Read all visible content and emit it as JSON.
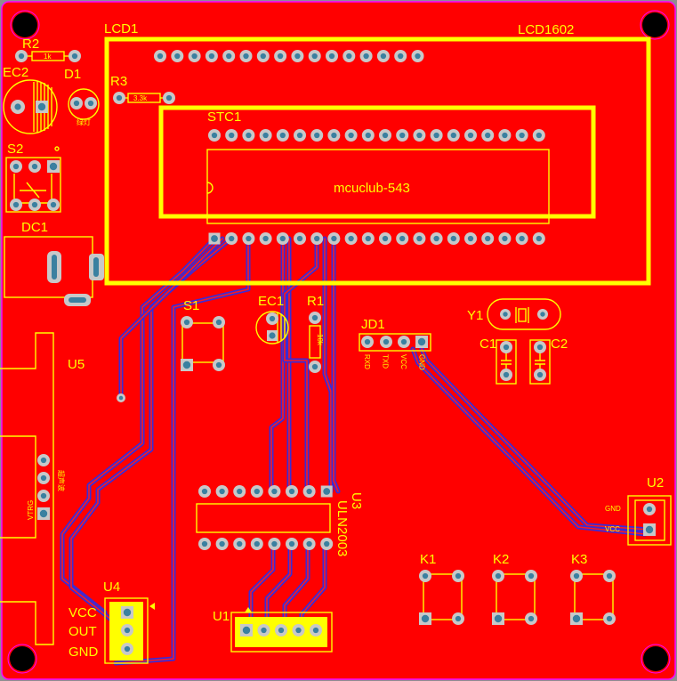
{
  "board": {
    "copper_color": "#ff0000",
    "silk_color": "#ffff00",
    "trace_color": "#3a2bd6",
    "pad_ring_color": "#c8c8c8",
    "pad_hole_color": "#3a80a0"
  },
  "labels": {
    "lcd": "LCD1",
    "lcd_part": "LCD1602",
    "r2": "R2",
    "r2_value": "1k",
    "ec2": "EC2",
    "d1": "D1",
    "d1_note": "绿灯",
    "r3": "R3",
    "r3_value": "3.3k",
    "stc": "STC1",
    "mcu": "mcuclub-543",
    "s2": "S2",
    "dc": "DC1",
    "s1": "S1",
    "ec1": "EC1",
    "r1": "R1",
    "r1_value": "10k",
    "jd": "JD1",
    "jd_pins": [
      "RXD",
      "TXD",
      "VCC",
      "GND"
    ],
    "y": "Y1",
    "c1": "C1",
    "c2": "C2",
    "u5": "U5",
    "u5_pins": "VTRG",
    "u5_note": "超声波",
    "u3": "U3",
    "u3_part": "ULN2003",
    "u2": "U2",
    "u2_pins": [
      "GND",
      "VCC"
    ],
    "u4": "U4",
    "u4_pins": [
      "VCC",
      "OUT",
      "GND"
    ],
    "u1": "U1",
    "k1": "K1",
    "k2": "K2",
    "k3": "K3"
  }
}
